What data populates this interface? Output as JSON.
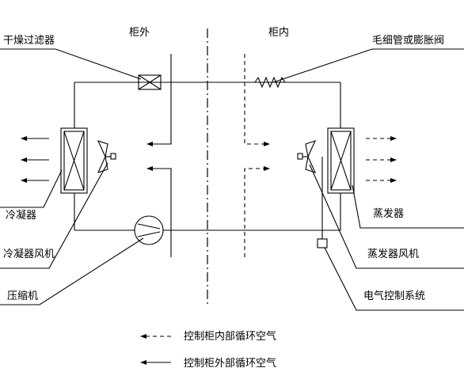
{
  "labels": {
    "outside_cabinet": "柜外",
    "inside_cabinet": "柜内",
    "dryer_filter": "干燥过滤器",
    "capillary_expansion_valve": "毛细管或膨胀阀",
    "condenser": "冷凝器",
    "condenser_fan": "冷凝器风机",
    "compressor": "压缩机",
    "evaporator": "蒸发器",
    "evaporator_fan": "蒸发器风机",
    "electric_control_system": "电气控制系统"
  },
  "legend": {
    "inside_air": "控制柜内部循环空气",
    "outside_air": "控制柜外部循环空气"
  }
}
